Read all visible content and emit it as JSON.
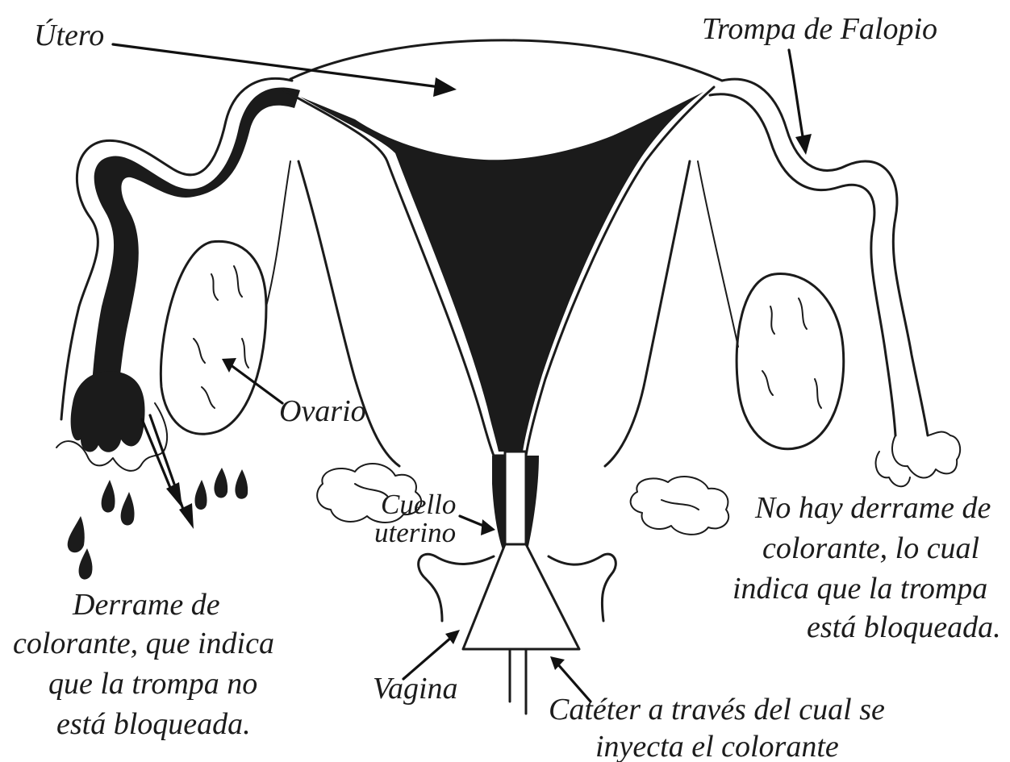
{
  "labels": {
    "utero": "Útero",
    "trompa": "Trompa de Falopio",
    "ovario": "Ovario",
    "cuello_1": "Cuello",
    "cuello_2": "uterino",
    "no_derrame_1": "No hay derrame de",
    "no_derrame_2": "colorante, lo cual",
    "no_derrame_3": "indica que la trompa",
    "no_derrame_4": "está bloqueada.",
    "derrame_1": "Derrame de",
    "derrame_2": "colorante, que indica",
    "derrame_3": "que la trompa no",
    "derrame_4": "está bloqueada.",
    "vagina": "Vagina",
    "cateter_1": "Catéter a través del cual se",
    "cateter_2": "inyecta el colorante"
  },
  "colors": {
    "ink": "#1b1b1b",
    "background": "#ffffff"
  }
}
